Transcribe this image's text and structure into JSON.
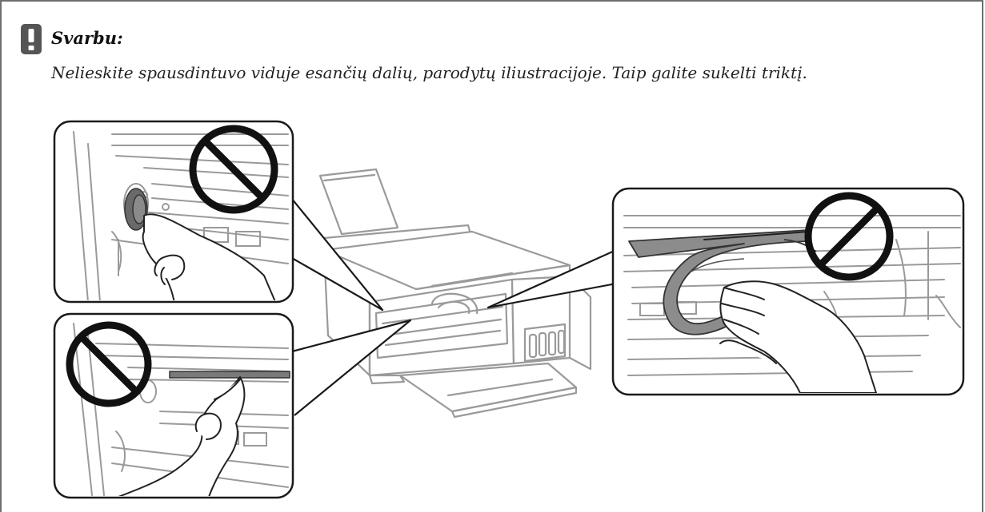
{
  "notice": {
    "icon": "exclamation-icon",
    "heading": "Svarbu:",
    "text": "Nelieskite spausdintuvo viduje esančių dalių, parodytų iliustracijoje. Taip galite sukelti triktį."
  },
  "illustration": {
    "subject": "printer-interior-warning-illustration",
    "callouts": [
      {
        "id": "top-left",
        "icon": "prohibited-icon"
      },
      {
        "id": "bottom-left",
        "icon": "prohibited-icon"
      },
      {
        "id": "right",
        "icon": "prohibited-icon"
      }
    ]
  },
  "colors": {
    "border": "#6e6e6e",
    "icon_fill": "#555555",
    "line_art": "#9a9a9a",
    "callout_frame": "#1a1a1a",
    "prohibited": "#111111",
    "cable": "#8a8a8a"
  }
}
